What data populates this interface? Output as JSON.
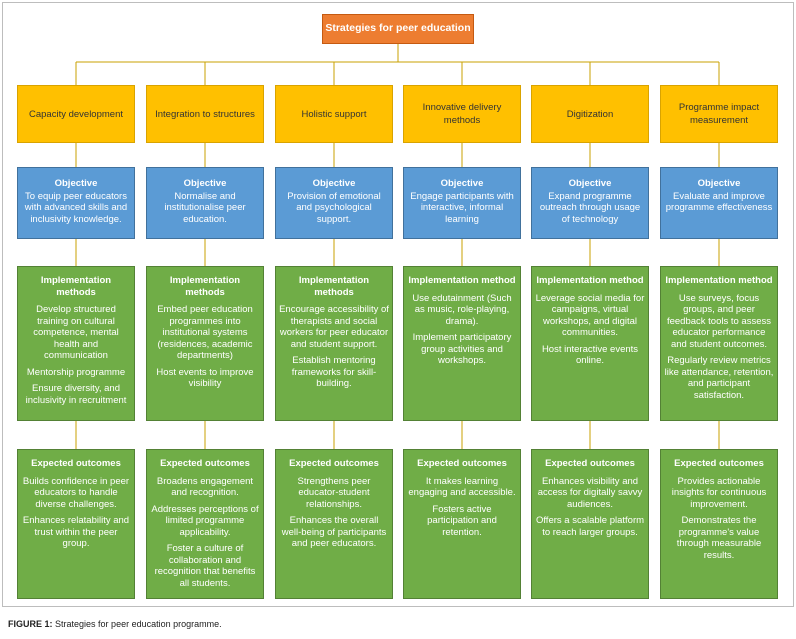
{
  "root": "Strategies for peer education",
  "columns": [
    {
      "category": "Capacity development",
      "objective_heading": "Objective",
      "objective": "To equip peer educators with advanced skills and inclusivity knowledge.",
      "methods_heading": "Implementation methods",
      "methods": [
        "Develop structured training on cultural competence, mental health and communication",
        "Mentorship programme",
        "Ensure diversity, and inclusivity in recruitment"
      ],
      "outcomes_heading": "Expected outcomes",
      "outcomes": [
        "Builds confidence in peer educators to handle diverse challenges.",
        "Enhances relatability and trust within the peer group."
      ]
    },
    {
      "category": "Integration to structures",
      "objective_heading": "Objective",
      "objective": "Normalise and institutionalise peer education.",
      "methods_heading": "Implementation methods",
      "methods": [
        "Embed peer education programmes into institutional systems (residences, academic departments)",
        "Host events to improve visibility"
      ],
      "outcomes_heading": "Expected outcomes",
      "outcomes": [
        "Broadens engagement and recognition.",
        "Addresses perceptions of limited programme applicability.",
        "Foster a culture of collaboration and recognition that benefits all students."
      ]
    },
    {
      "category": "Holistic support",
      "objective_heading": "Objective",
      "objective": "Provision of emotional and psychological support.",
      "methods_heading": "Implementation methods",
      "methods": [
        "Encourage accessibility of therapists and social workers for peer educator and student support.",
        "Establish mentoring frameworks for skill-building."
      ],
      "outcomes_heading": "Expected outcomes",
      "outcomes": [
        "Strengthens peer educator-student relationships.",
        "Enhances the overall well-being of participants and peer educators."
      ]
    },
    {
      "category": "Innovative delivery methods",
      "objective_heading": "Objective",
      "objective": "Engage participants with interactive, informal learning",
      "methods_heading": "Implementation method",
      "methods": [
        "Use edutainment (Such as music, role-playing, drama).",
        "Implement participatory group activities and workshops."
      ],
      "outcomes_heading": "Expected outcomes",
      "outcomes": [
        "It makes learning engaging and accessible.",
        "Fosters active participation and retention."
      ]
    },
    {
      "category": "Digitization",
      "objective_heading": "Objective",
      "objective": "Expand programme outreach through usage of technology",
      "methods_heading": "Implementation method",
      "methods": [
        "Leverage social media for campaigns, virtual workshops, and digital communities.",
        "Host interactive events online."
      ],
      "outcomes_heading": "Expected outcomes",
      "outcomes": [
        "Enhances visibility and access for digitally savvy audiences.",
        "Offers a scalable platform to reach larger groups."
      ]
    },
    {
      "category": "Programme impact measurement",
      "objective_heading": "Objective",
      "objective": "Evaluate and improve programme effectiveness",
      "methods_heading": "Implementation method",
      "methods": [
        "Use surveys, focus groups, and peer feedback tools to assess educator performance and student outcomes.",
        "Regularly review metrics like attendance, retention, and participant satisfaction."
      ],
      "outcomes_heading": "Expected outcomes",
      "outcomes": [
        "Provides actionable insights for continuous improvement.",
        "Demonstrates the programme's value through measurable results."
      ]
    }
  ],
  "caption": {
    "label": "FIGURE 1:",
    "text": "Strategies for peer education programme."
  }
}
